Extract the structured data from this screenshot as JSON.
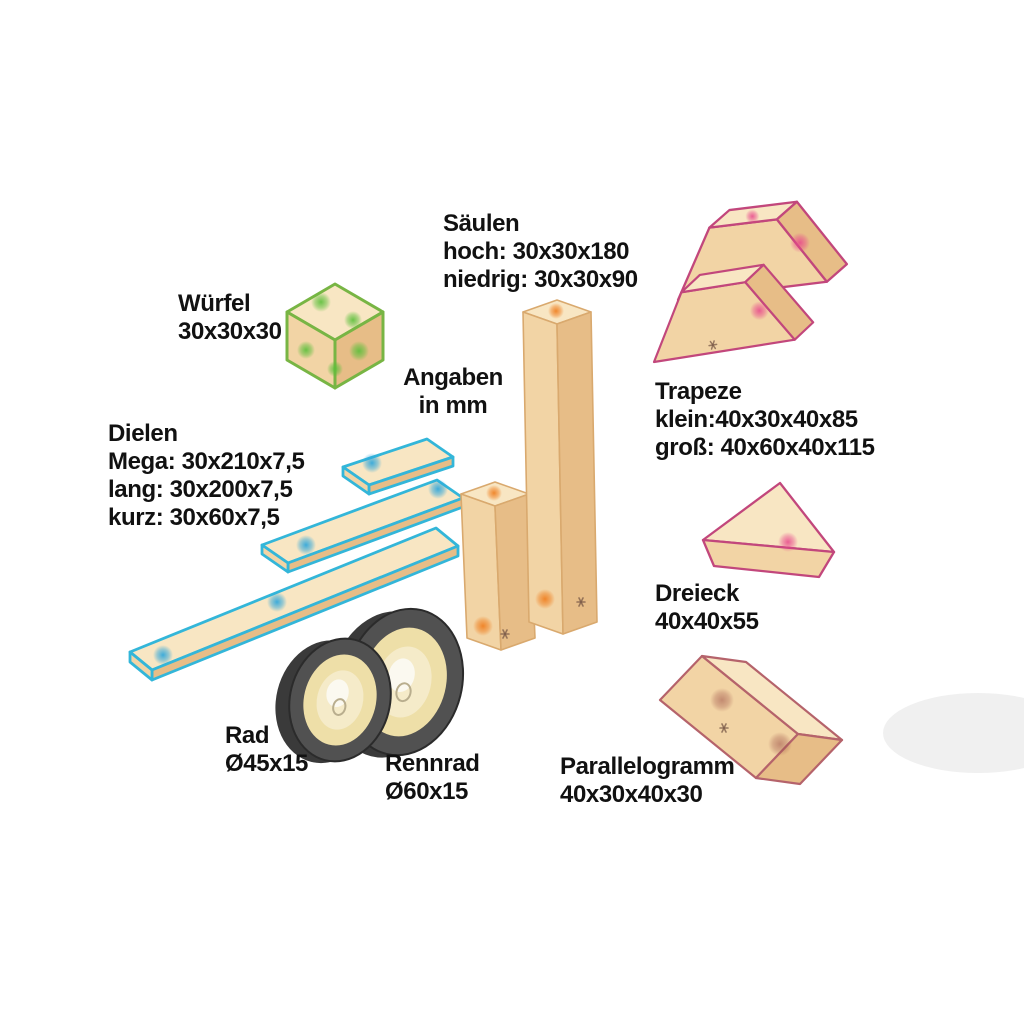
{
  "figure": {
    "type": "parts-overview-diagram",
    "subject": "Wooden toy building blocks with dimensions"
  },
  "units_note": {
    "line1": "Angaben",
    "line2": "in mm"
  },
  "parts": {
    "wuerfel": {
      "name": "Würfel",
      "dims": "30x30x30"
    },
    "saeulen": {
      "name": "Säulen",
      "hoch": "hoch: 30x30x180",
      "niedrig": "niedrig: 30x30x90"
    },
    "dielen": {
      "name": "Dielen",
      "mega": "Mega: 30x210x7,5",
      "lang": "lang: 30x200x7,5",
      "kurz": "kurz: 30x60x7,5"
    },
    "trapeze": {
      "name": "Trapeze",
      "klein": "klein:40x30x40x85",
      "gross": "groß: 40x60x40x115"
    },
    "dreieck": {
      "name": "Dreieck",
      "dims": "40x40x55"
    },
    "rad": {
      "name": "Rad",
      "dims": "Ø45x15"
    },
    "rennrad": {
      "name": "Rennrad",
      "dims": "Ø60x15"
    },
    "parallelogramm": {
      "name": "Parallelogramm",
      "dims": "40x30x40x30"
    }
  },
  "colors": {
    "wood-light": "#f8e6c3",
    "wood-mid": "#f2d4a5",
    "wood-dark": "#e7bd87",
    "wood-edge": "#d9a96e",
    "outline-cube": "#78b544",
    "outline-plank": "#33b6d9",
    "outline-pink": "#c2477c",
    "outline-red": "#b5636b",
    "dot-green": "#5bbf3a",
    "dot-blue": "#2aa5dc",
    "dot-orange": "#ef7d1d",
    "dot-pink": "#e8468b",
    "dot-maroon": "#9c4f46",
    "tire": "#515151",
    "tire-dark": "#3a3a3a",
    "rim-cream": "#eedfa8",
    "rim-inner": "#f5ebc9",
    "hub-white": "#fbf9f0"
  }
}
